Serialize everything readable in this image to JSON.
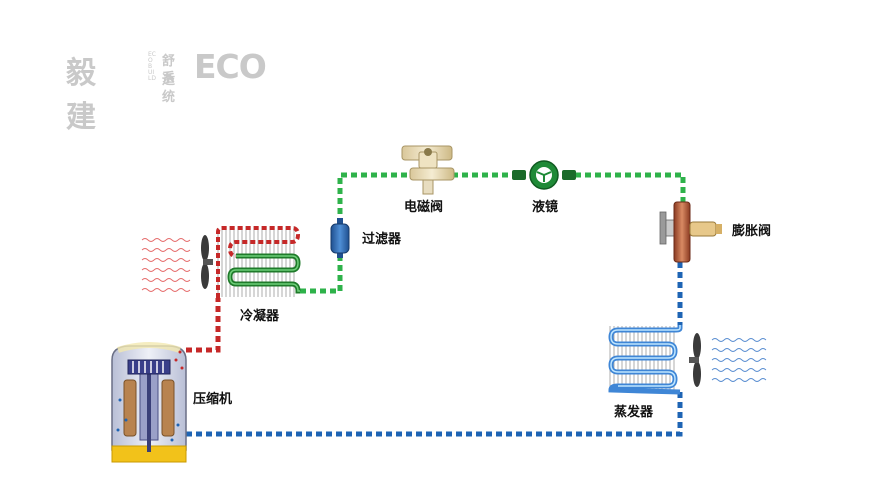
{
  "logo": {
    "chinese": "毅建",
    "vertical": "ECOBUILD",
    "line1": "舒适",
    "line2": "系统",
    "eco": "ECO"
  },
  "labels": {
    "solenoid_valve": "电磁阀",
    "sight_glass": "液镜",
    "filter": "过滤器",
    "expansion_valve": "膨胀阀",
    "condenser": "冷凝器",
    "compressor": "压缩机",
    "evaporator": "蒸发器"
  },
  "colors": {
    "liquid_line": "#2eb24a",
    "hot_gas_line": "#c62828",
    "suction_line": "#1e64b4",
    "condenser_coil": "#1f7a2a",
    "evaporator_coil": "#3f86d6"
  }
}
